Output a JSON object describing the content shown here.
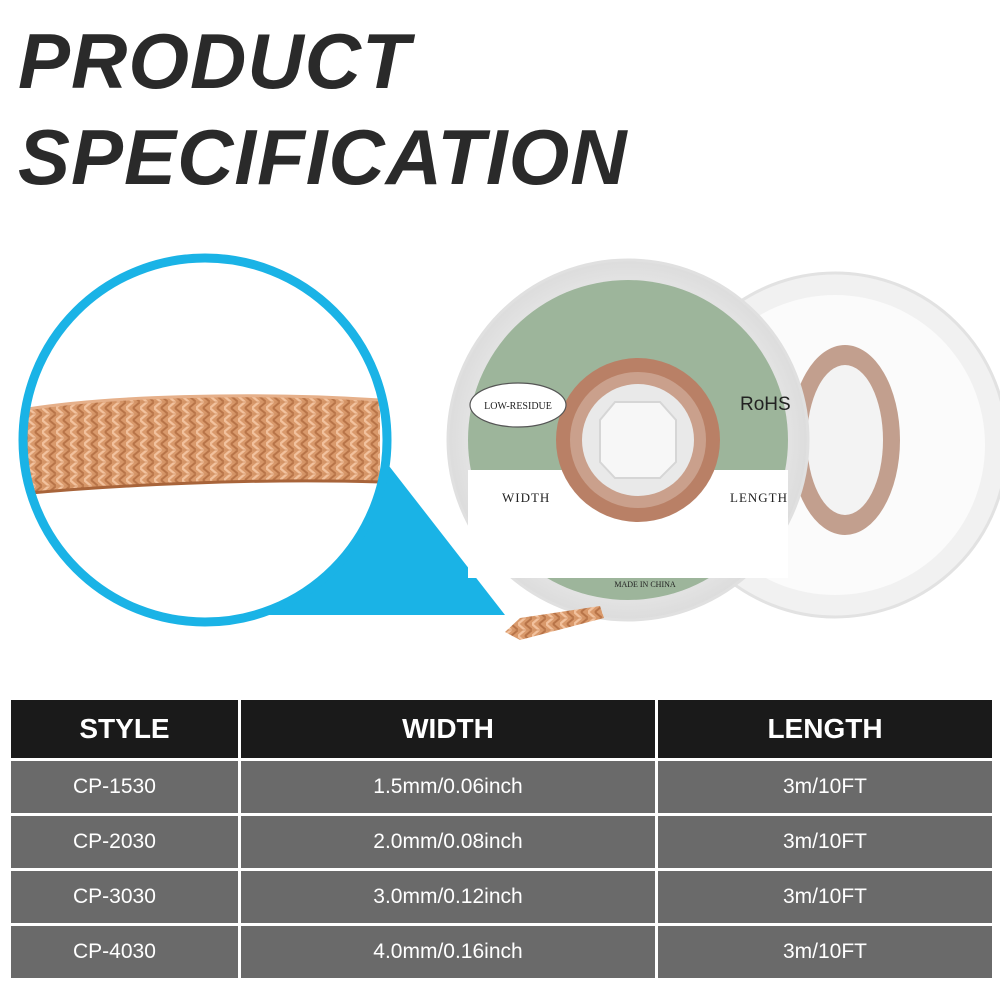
{
  "headline": {
    "line1": "PRODUCT",
    "line2": "SPECIFICATION"
  },
  "spool_label": {
    "low_residue_badge": "LOW-RESIDUE",
    "rohs": "RoHS",
    "width": "WIDTH",
    "length": "LENGTH",
    "made_in": "MADE IN CHINA"
  },
  "colors": {
    "accent_blue": "#1ab3e6",
    "label_green": "#9db59b",
    "copper": "#d9996b",
    "header_dark": "#1a1a1a",
    "row_gray": "#6a6a6a"
  },
  "table": {
    "headers": [
      "STYLE",
      "WIDTH",
      "LENGTH"
    ],
    "rows": [
      [
        "CP-1530",
        "1.5mm/0.06inch",
        "3m/10FT"
      ],
      [
        "CP-2030",
        "2.0mm/0.08inch",
        "3m/10FT"
      ],
      [
        "CP-3030",
        "3.0mm/0.12inch",
        "3m/10FT"
      ],
      [
        "CP-4030",
        "4.0mm/0.16inch",
        "3m/10FT"
      ]
    ]
  }
}
